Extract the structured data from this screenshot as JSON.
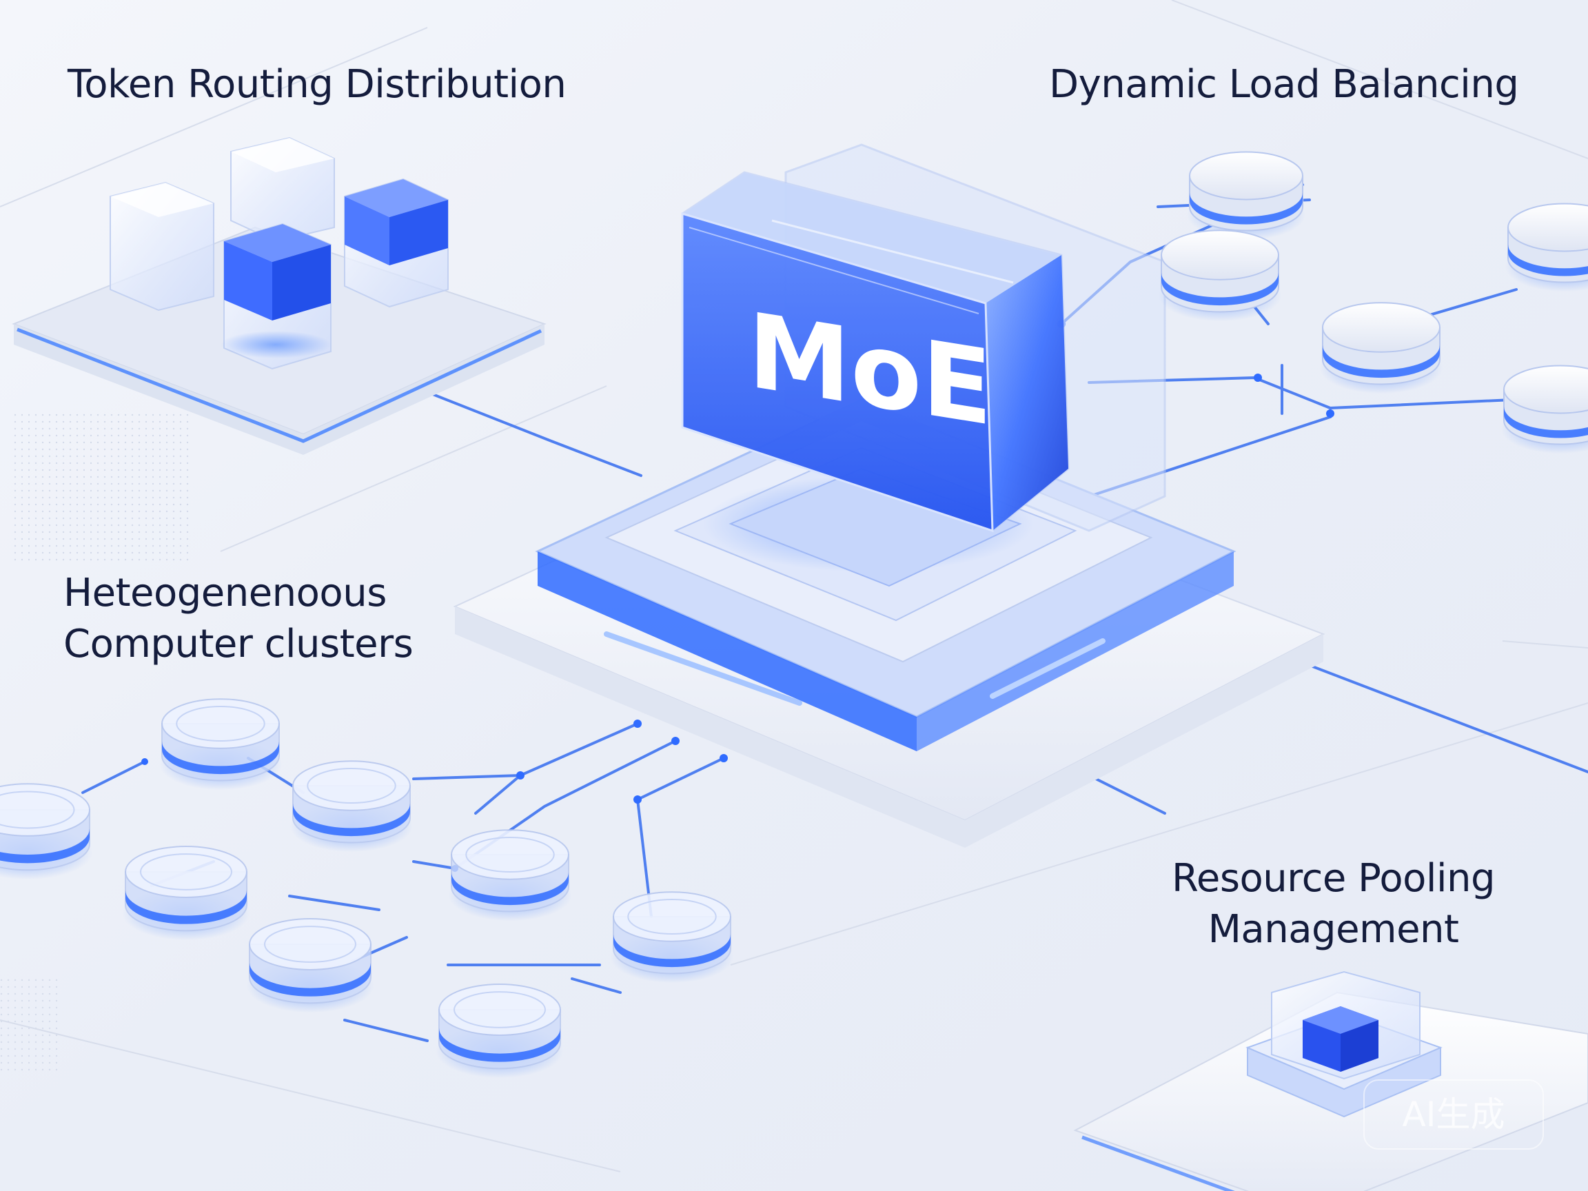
{
  "labels": {
    "token_routing": "Token Routing Distribution",
    "dynamic_load": "Dynamic Load Balancing",
    "hetero_line1": "Heteogenenoous",
    "hetero_line2": "Computer clusters",
    "resource_line1": "Resource Pooling",
    "resource_line2": "Management"
  },
  "center": {
    "text": "MoE"
  },
  "watermark": "AI生成",
  "colors": {
    "background": "#eef1f8",
    "accent_blue": "#2f6bff",
    "deep_blue": "#1f45d8",
    "label_text": "#141c3c",
    "glass_white": "#f7f9ff"
  }
}
